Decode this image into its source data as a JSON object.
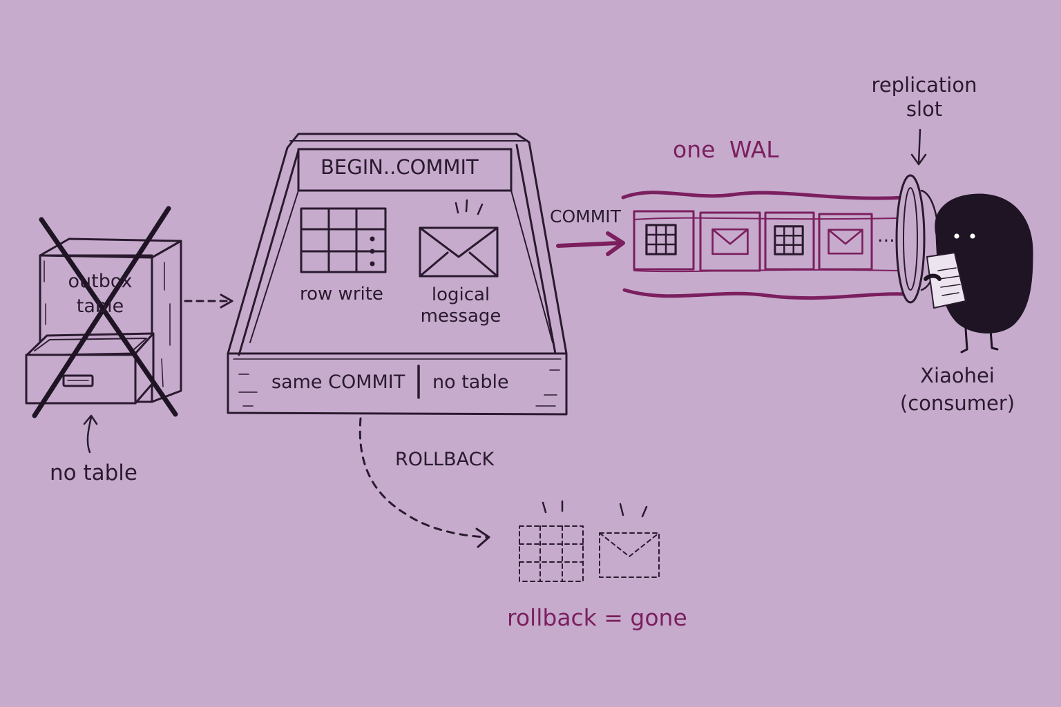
{
  "colors": {
    "background": "#c6abcd",
    "ink": "#2a1a2e",
    "accent": "#7b1f5e",
    "character": "#1f1424"
  },
  "cabinet": {
    "label": "outbox table",
    "crossed_out": true,
    "caption": "no table"
  },
  "transaction": {
    "header": "BEGIN..COMMIT",
    "row_caption": "row write",
    "message_caption": "logical message",
    "footer_left": "same COMMIT",
    "footer_right": "no table"
  },
  "commit_arrow_label": "COMMIT",
  "rollback": {
    "arrow_label": "ROLLBACK",
    "caption": "rollback = gone"
  },
  "wal": {
    "title": "one WAL",
    "records": [
      "row-write",
      "message",
      "row-write",
      "message"
    ],
    "ellipsis": "..."
  },
  "slot_label": "replication slot",
  "consumer": {
    "name": "Xiaohei",
    "role": "(consumer)"
  }
}
